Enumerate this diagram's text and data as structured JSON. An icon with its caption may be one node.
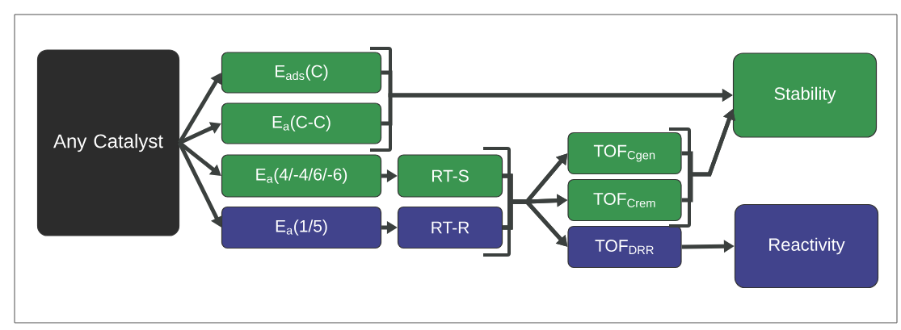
{
  "diagram": {
    "nodes": [
      {
        "text": [
          "Any Catalyst"
        ]
      },
      {
        "text": [
          "E$_{ads}$(C)"
        ]
      },
      {
        "text": [
          "E$_{a}$(C-C)"
        ]
      },
      {
        "text": [
          "E$_{a}$(4/-4/6/-6)"
        ]
      },
      {
        "text": [
          "RT-S"
        ]
      },
      {
        "text": [
          "E$_{a}$(1/5)"
        ]
      },
      {
        "text": [
          "RT-R"
        ]
      },
      {
        "text": [
          "TOF$_{Cgen}$"
        ]
      },
      {
        "text": [
          "TOF$_{Crem}$"
        ]
      },
      {
        "text": [
          "TOF$_{DRR}$"
        ]
      },
      {
        "text": [
          "Stability"
        ]
      },
      {
        "text": [
          "Reactivity"
        ]
      }
    ],
    "edges": [
      {
        "from": 0,
        "to": 1,
        "arrow": "to"
      },
      {
        "from": 0,
        "to": 2,
        "arrow": "to"
      },
      {
        "from": 0,
        "to": 3,
        "arrow": "to"
      },
      {
        "from": 0,
        "to": 5,
        "arrow": "to"
      },
      {
        "from": 3,
        "to": 4,
        "arrow": "to"
      },
      {
        "from": 5,
        "to": 6,
        "arrow": "to"
      },
      {
        "from": 1,
        "to": 10,
        "arrow": "to"
      },
      {
        "from": 2,
        "to": 10,
        "arrow": "to"
      },
      {
        "from": 4,
        "to": 7,
        "arrow": "to"
      },
      {
        "from": 4,
        "to": 8,
        "arrow": "to"
      },
      {
        "from": 4,
        "to": 9,
        "arrow": "to"
      },
      {
        "from": 6,
        "to": 7,
        "arrow": "to"
      },
      {
        "from": 6,
        "to": 8,
        "arrow": "to"
      },
      {
        "from": 6,
        "to": 9,
        "arrow": "to"
      },
      {
        "from": 7,
        "to": 10,
        "arrow": "to"
      },
      {
        "from": 8,
        "to": 10,
        "arrow": "to"
      },
      {
        "from": 9,
        "to": 11,
        "arrow": "to"
      }
    ]
  }
}
